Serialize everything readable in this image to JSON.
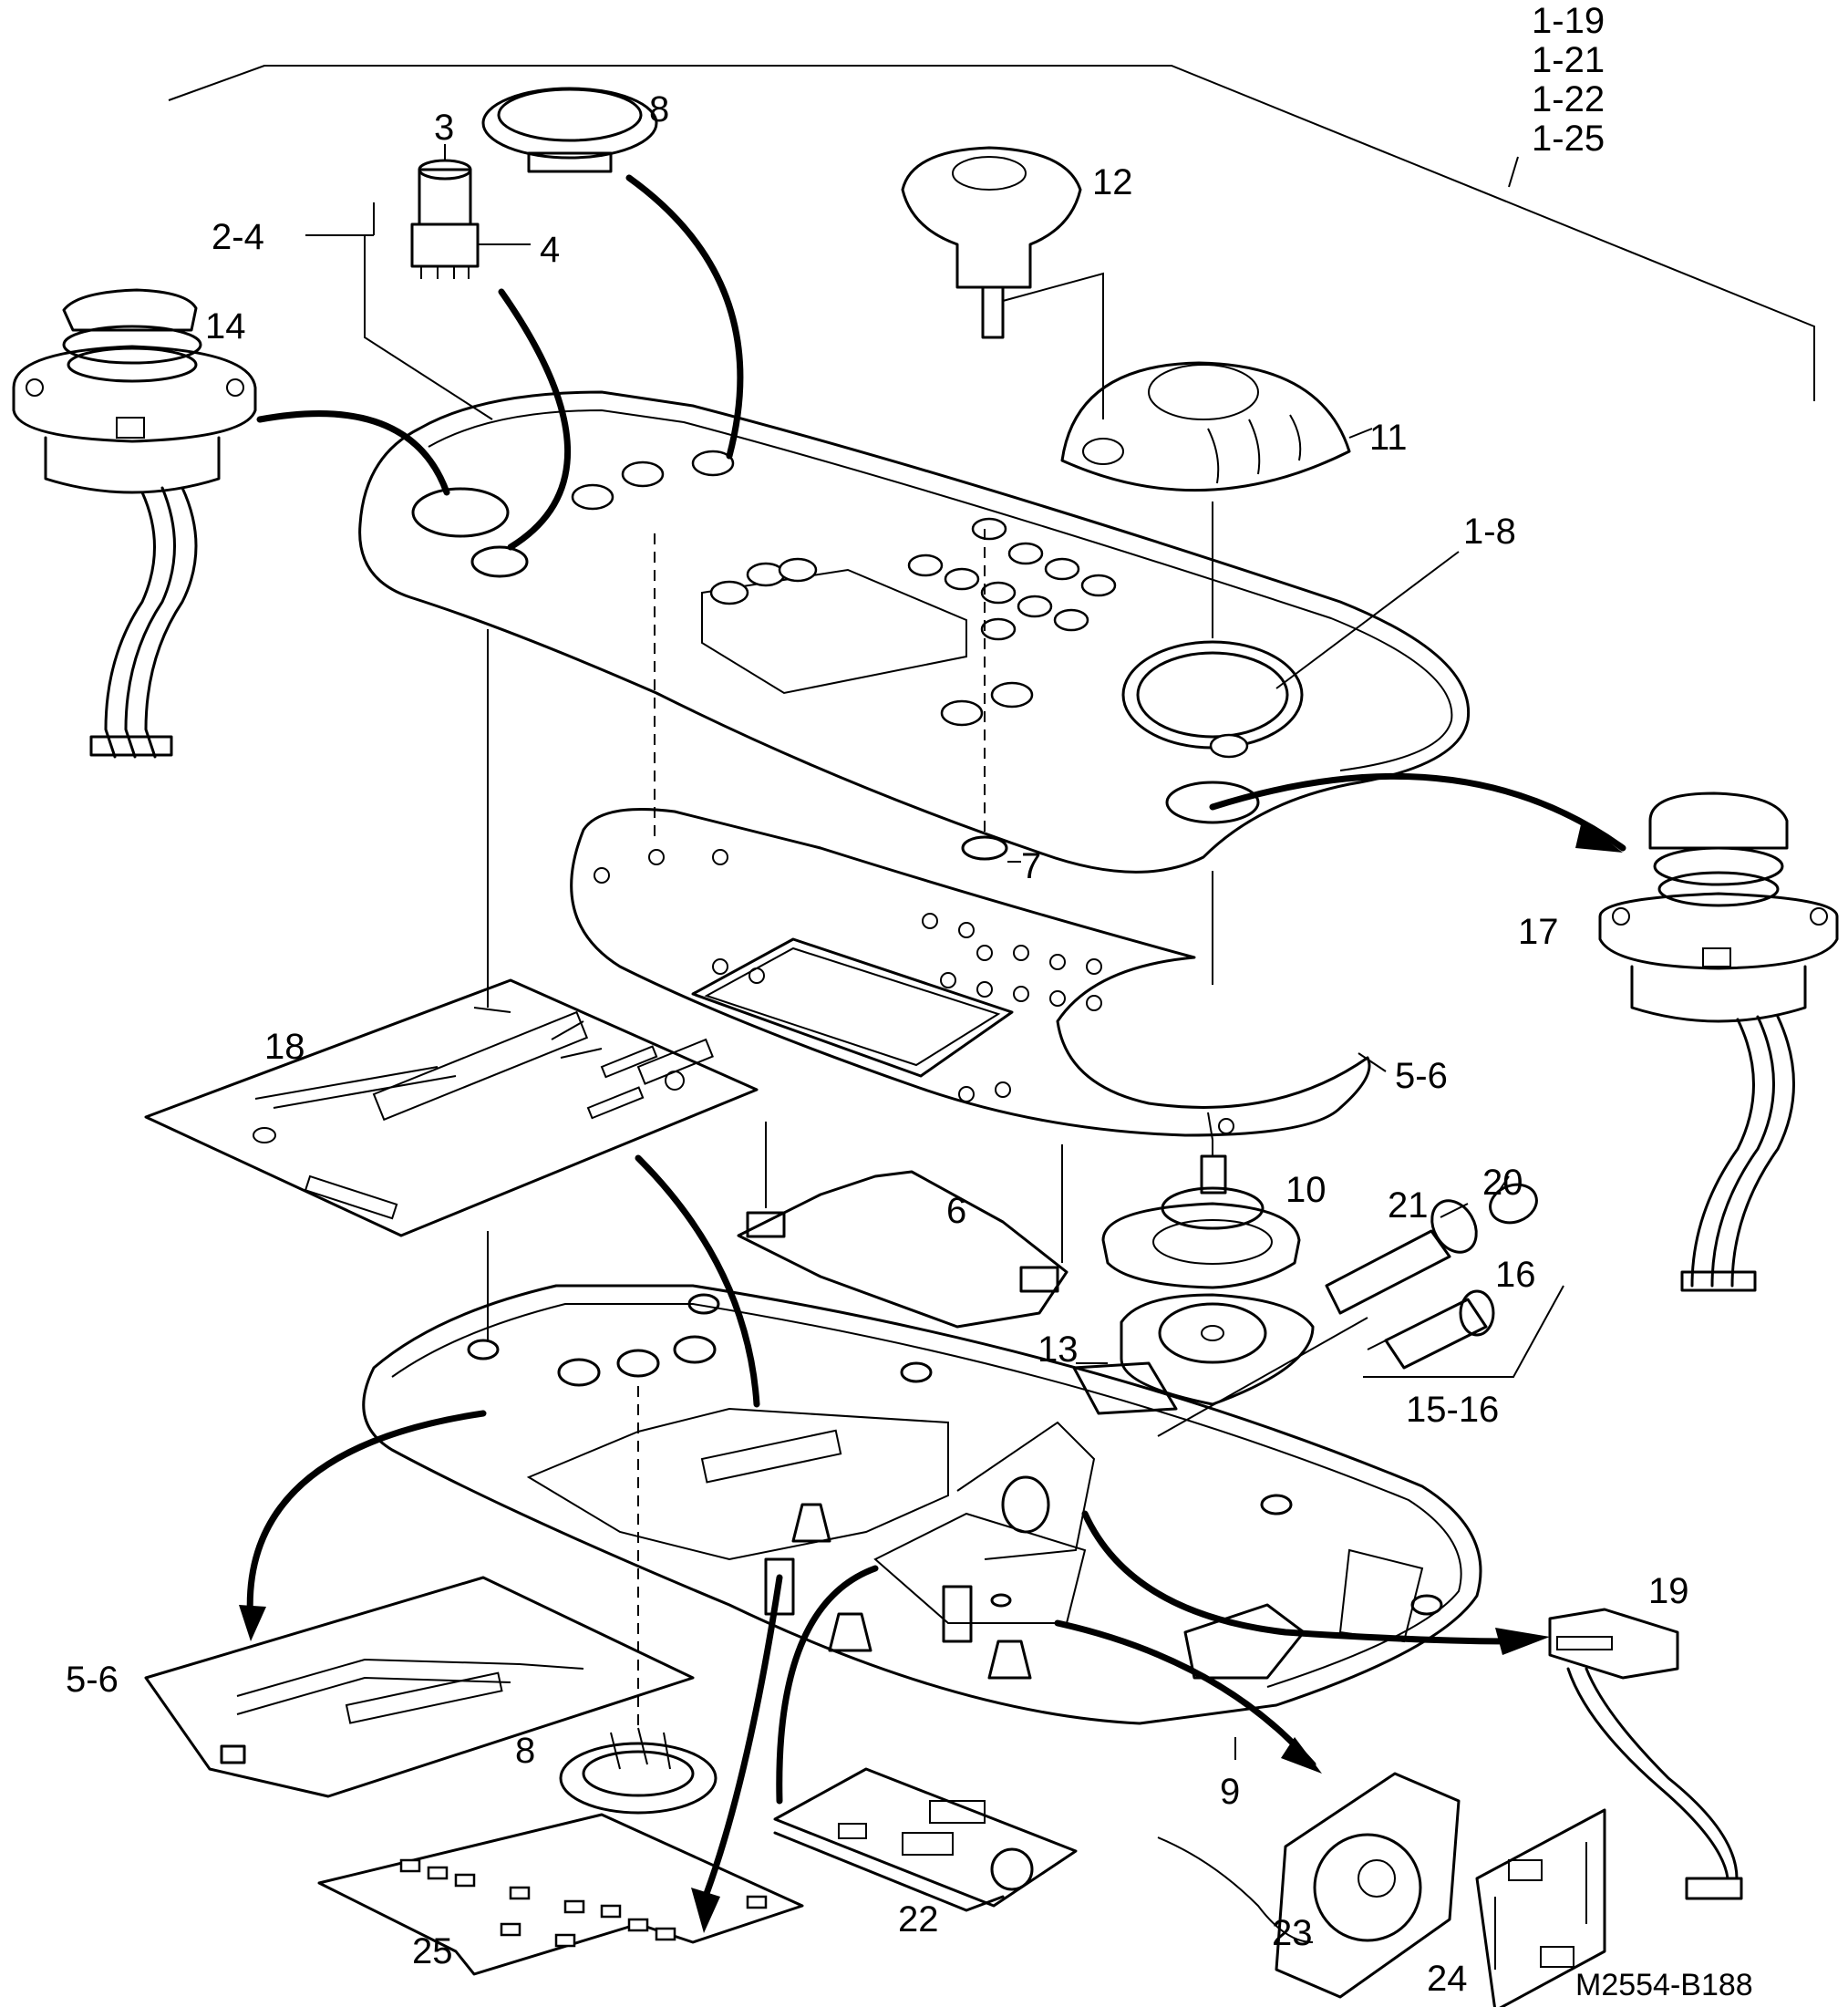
{
  "diagram": {
    "header_refs": [
      "1-19",
      "1-21",
      "1-22",
      "1-25"
    ],
    "reference_code": "M2554-B188",
    "part_labels": {
      "p3": "3",
      "p8_top": "8",
      "p2_4": "2-4",
      "p4": "4",
      "p12": "12",
      "p14": "14",
      "p11": "11",
      "p1_8": "1-8",
      "p7": "7",
      "p17": "17",
      "p18": "18",
      "p5_6_right": "5-6",
      "p10": "10",
      "p20": "20",
      "p21": "21",
      "p6": "6",
      "p16": "16",
      "p13": "13",
      "p15_16": "15-16",
      "p19": "19",
      "p5_6_left": "5-6",
      "p8_bottom": "8",
      "p9": "9",
      "p22": "22",
      "p23": "23",
      "p24": "24",
      "p25": "25"
    }
  }
}
